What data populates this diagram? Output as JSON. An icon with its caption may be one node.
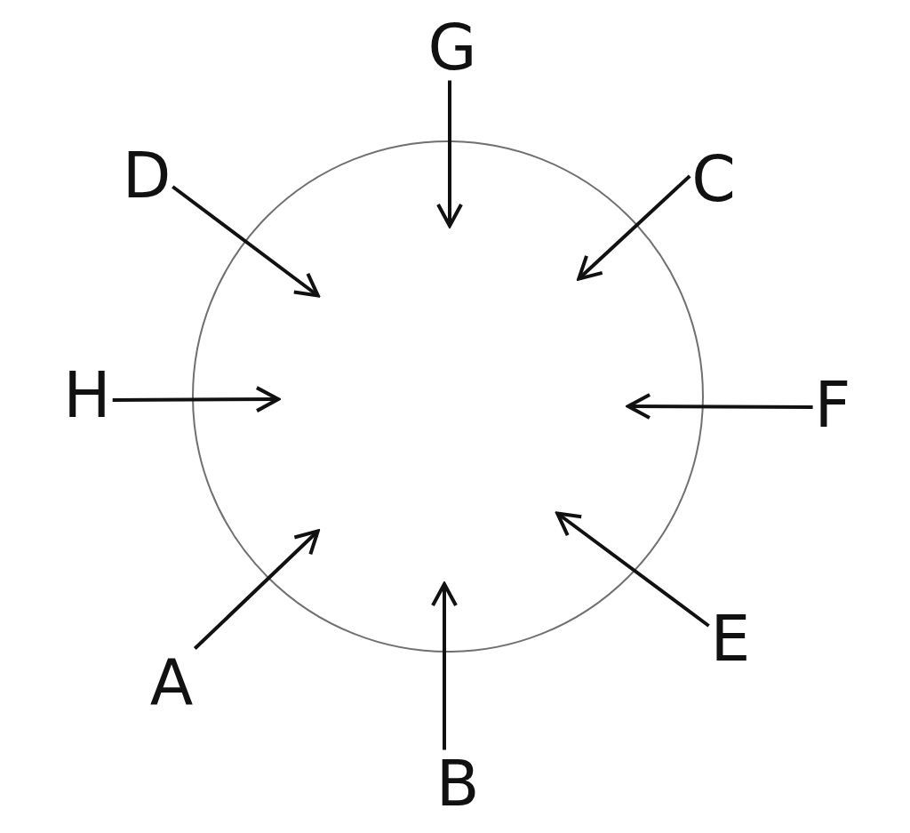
{
  "diagram": {
    "nodes": [
      {
        "text": [
          "G"
        ]
      },
      {
        "text": [
          "D"
        ]
      },
      {
        "text": [
          "C"
        ]
      },
      {
        "text": [
          "H"
        ]
      },
      {
        "text": [
          "F"
        ]
      },
      {
        "text": [
          "A"
        ]
      },
      {
        "text": [
          "E"
        ]
      },
      {
        "text": [
          "B"
        ]
      },
      {
        "text": [],
        "shape": "circle"
      }
    ],
    "edges": [
      {
        "from": 0,
        "to": 8,
        "arrow": "to"
      },
      {
        "from": 1,
        "to": 8,
        "arrow": "to"
      },
      {
        "from": 2,
        "to": 8,
        "arrow": "to"
      },
      {
        "from": 3,
        "to": 8,
        "arrow": "to"
      },
      {
        "from": 4,
        "to": 8,
        "arrow": "to"
      },
      {
        "from": 5,
        "to": 8,
        "arrow": "to"
      },
      {
        "from": 6,
        "to": 8,
        "arrow": "to"
      },
      {
        "from": 7,
        "to": 8,
        "arrow": "to"
      }
    ]
  }
}
